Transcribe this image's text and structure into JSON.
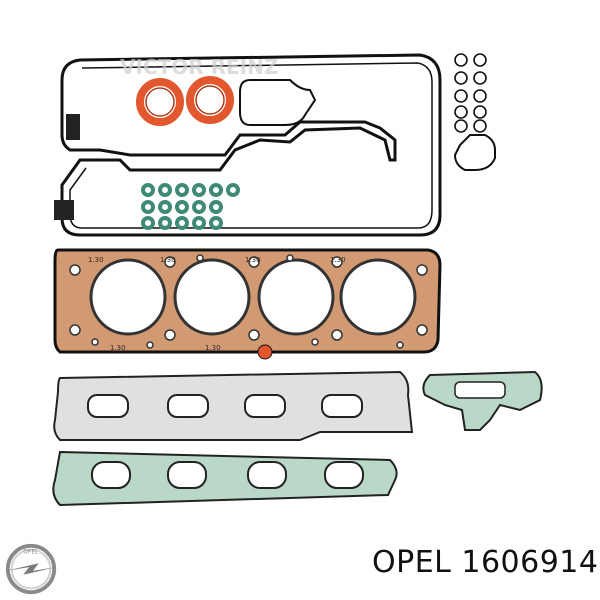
{
  "product": {
    "brand": "OPEL",
    "part_number": "1606914"
  },
  "logo": {
    "icon": "opel-blitz-logo",
    "lettering": "OPEL"
  },
  "watermark": {
    "lettering": "VICTOR REINZ"
  },
  "head_gasket_markings": [
    "1.30",
    "1.30",
    "1.30",
    "1.30",
    "1.30",
    "1.30"
  ],
  "colors": {
    "head_gasket": "#d19a72",
    "orange_seal": "#e2572d",
    "green_seal": "#3e8a76",
    "gasket_grey": "#dfe1df",
    "gasket_green": "#b9d8c8",
    "outline": "#111111"
  }
}
